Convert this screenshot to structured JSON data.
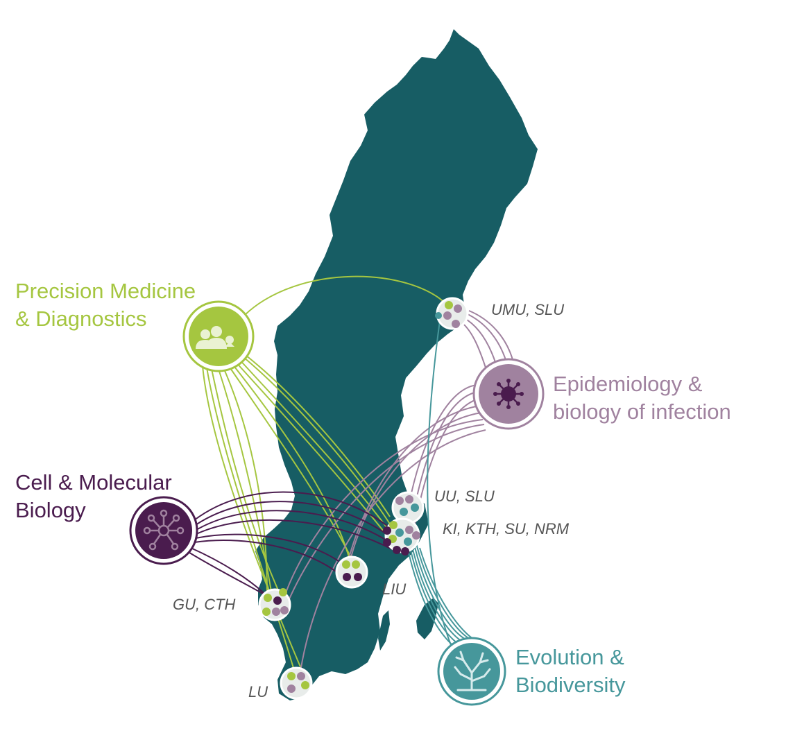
{
  "colors": {
    "land": "#175d64",
    "precision": "#a5c640",
    "infection": "#a0829f",
    "cell": "#4a1c4e",
    "evolution": "#46979b",
    "site_label": "#555555"
  },
  "categories": {
    "precision": {
      "label": "Precision Medicine\n& Diagnostics",
      "icon": "people-icon"
    },
    "infection": {
      "label": "Epidemiology &\nbiology of infection",
      "icon": "virus-icon"
    },
    "cell": {
      "label": "Cell & Molecular\nBiology",
      "icon": "molecule-icon"
    },
    "evolution": {
      "label": "Evolution &\nBiodiversity",
      "icon": "coral-icon"
    }
  },
  "sites": {
    "umu": "UMU, SLU",
    "uu": "UU,  SLU",
    "ki": "KI, KTH, SU, NRM",
    "liu": "LIU",
    "gu": "GU, CTH",
    "lu": "LU"
  }
}
